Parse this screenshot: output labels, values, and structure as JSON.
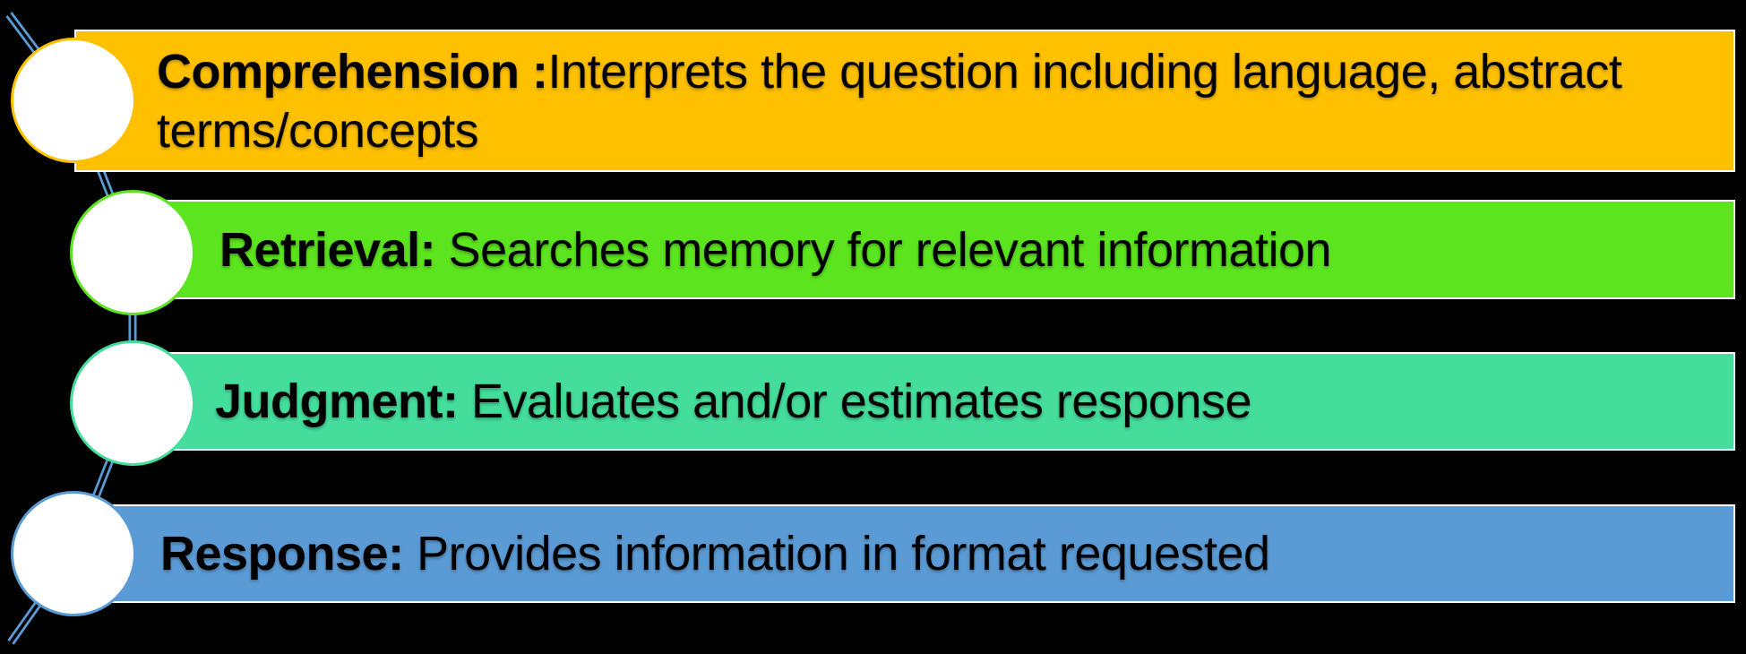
{
  "diagram": {
    "background_color": "#000000",
    "connector_color": "#5B9BD5",
    "bar_outline_color": "#ffffff",
    "steps": [
      {
        "id": "comprehension",
        "label": "Comprehension :",
        "description": "Interprets the question including language, abstract terms/concepts",
        "bar_color": "#FFC000",
        "circle_border_color": "#FFC000"
      },
      {
        "id": "retrieval",
        "label": "Retrieval:",
        "description": " Searches memory for relevant information",
        "bar_color": "#5CE41F",
        "circle_border_color": "#5CE41F"
      },
      {
        "id": "judgment",
        "label": "Judgment:",
        "description": " Evaluates and/or estimates response",
        "bar_color": "#44DD9B",
        "circle_border_color": "#44DD9B"
      },
      {
        "id": "response",
        "label": "Response:",
        "description": " Provides information in format requested",
        "bar_color": "#5B9BD5",
        "circle_border_color": "#5B9BD5"
      }
    ]
  }
}
